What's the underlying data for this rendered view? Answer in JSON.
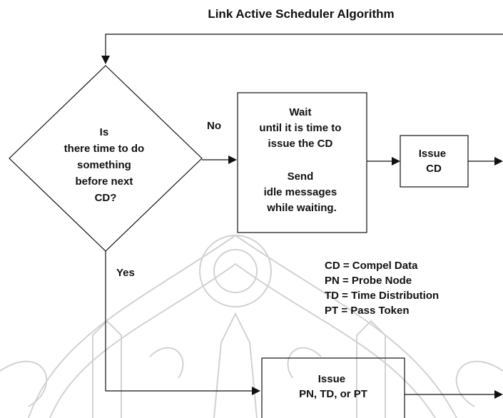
{
  "title": "Link Active Scheduler Algorithm",
  "decision": {
    "lines": [
      "Is",
      "there time to do",
      "something",
      "before next",
      "CD?"
    ]
  },
  "branches": {
    "no": "No",
    "yes": "Yes"
  },
  "wait_box": {
    "lines": [
      "Wait",
      "until it is time to",
      "issue the CD",
      "",
      "Send",
      "idle messages",
      "while waiting."
    ]
  },
  "issue_cd": {
    "lines": [
      "Issue",
      "CD"
    ]
  },
  "issue_pn": {
    "lines": [
      "Issue",
      "PN, TD,  or PT"
    ]
  },
  "legend": [
    "CD = Compel Data",
    "PN = Probe Node",
    "TD = Time Distribution",
    "PT = Pass Token"
  ],
  "colors": {
    "ink": "#111111",
    "watermark": "#c8c8c8"
  }
}
